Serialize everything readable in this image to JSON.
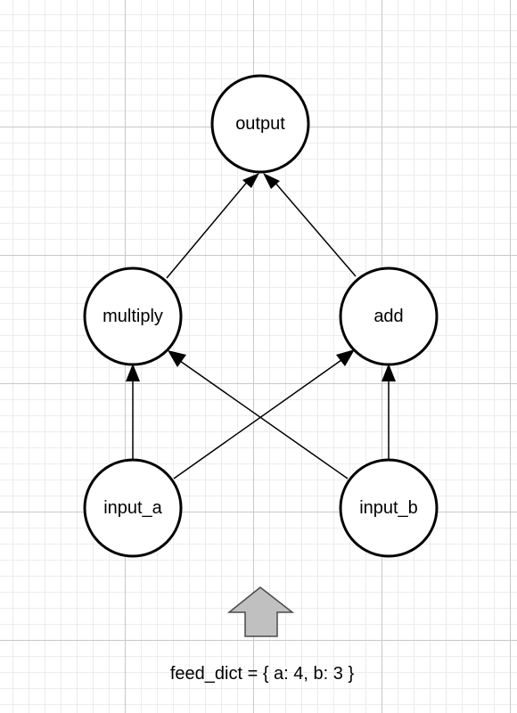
{
  "nodes": {
    "output": "output",
    "multiply": "multiply",
    "add": "add",
    "input_a": "input_a",
    "input_b": "input_b"
  },
  "edges": [
    {
      "from": "multiply",
      "to": "output"
    },
    {
      "from": "add",
      "to": "output"
    },
    {
      "from": "input_a",
      "to": "multiply"
    },
    {
      "from": "input_a",
      "to": "add"
    },
    {
      "from": "input_b",
      "to": "multiply"
    },
    {
      "from": "input_b",
      "to": "add"
    }
  ],
  "feed_dict_text": "feed_dict = { a: 4, b: 3 }",
  "colors": {
    "node_stroke": "#000000",
    "node_fill": "#ffffff",
    "feed_arrow_fill": "#c0c0c0",
    "feed_arrow_stroke": "#4a4a4a",
    "grid_line": "#e6e6e6"
  }
}
